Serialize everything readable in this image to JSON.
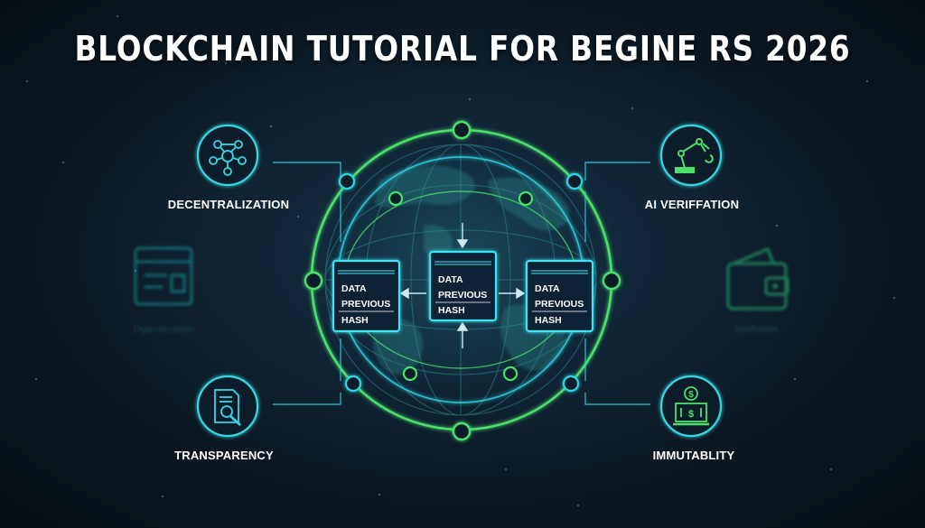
{
  "title": "BLOCKCHAIN TUTORIAL FOR BEGINE RS 2026",
  "features": {
    "top_left": {
      "label": "DECENTRALIZATION",
      "icon": "network-nodes-icon"
    },
    "top_right": {
      "label": "AI VERIFFATION",
      "icon": "robot-arm-icon"
    },
    "bottom_left": {
      "label": "TRANSPARENCY",
      "icon": "document-magnifier-icon"
    },
    "bottom_right": {
      "label": "IMMUTABLITY",
      "icon": "bank-dollar-icon"
    }
  },
  "faded": {
    "left": {
      "label": "Dgenalization",
      "icon": "id-card-icon"
    },
    "right": {
      "label": "Verifiation",
      "icon": "wallet-icon"
    }
  },
  "blocks": [
    {
      "fields": [
        "DATA",
        "PREVIOUS",
        "HASH"
      ]
    },
    {
      "fields": [
        "DATA",
        "PREVIOUS",
        "HASH"
      ]
    },
    {
      "fields": [
        "DATA",
        "PREVIOUS",
        "HASH"
      ]
    }
  ],
  "colors": {
    "green": "#4be06a",
    "cyan": "#2fd6e6",
    "background": "#0b1822"
  }
}
